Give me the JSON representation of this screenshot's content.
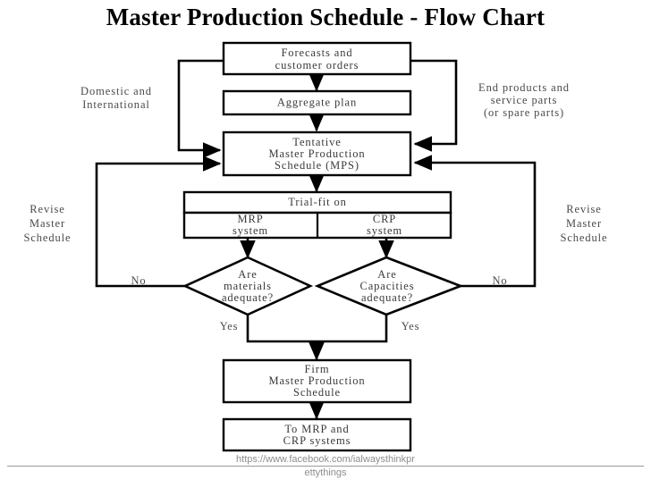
{
  "slide": {
    "title": "Master Production Schedule - Flow Chart"
  },
  "chart_data": {
    "type": "diagram",
    "title": "Master Production Schedule - Flow Chart",
    "nodes": [
      {
        "id": "forecasts",
        "shape": "process",
        "lines": [
          "Forecasts and",
          "customer orders"
        ]
      },
      {
        "id": "aggregate",
        "shape": "process",
        "lines": [
          "Aggregate plan"
        ]
      },
      {
        "id": "tentative",
        "shape": "process",
        "lines": [
          "Tentative",
          "Master Production",
          "Schedule (MPS)"
        ]
      },
      {
        "id": "trialfit",
        "shape": "process-split",
        "lines": [
          "Trial-fit on"
        ]
      },
      {
        "id": "mrp",
        "shape": "process-cell",
        "lines": [
          "MRP",
          "system"
        ]
      },
      {
        "id": "crp",
        "shape": "process-cell",
        "lines": [
          "CRP",
          "system"
        ]
      },
      {
        "id": "materials",
        "shape": "decision",
        "lines": [
          "Are",
          "materials",
          "adequate?"
        ]
      },
      {
        "id": "capacities",
        "shape": "decision",
        "lines": [
          "Are",
          "Capacities",
          "adequate?"
        ]
      },
      {
        "id": "firm",
        "shape": "process",
        "lines": [
          "Firm",
          "Master Production",
          "Schedule"
        ]
      },
      {
        "id": "tomrpcrp",
        "shape": "process",
        "lines": [
          "To MRP and",
          "CRP systems"
        ]
      }
    ],
    "annotations": [
      {
        "id": "domestic",
        "lines": [
          "Domestic and",
          "International"
        ],
        "position": "left-top"
      },
      {
        "id": "endproducts",
        "lines": [
          "End products and",
          "service parts",
          "(or spare parts)"
        ],
        "position": "right-top"
      },
      {
        "id": "revise-left",
        "lines": [
          "Revise",
          "Master",
          "Schedule"
        ],
        "position": "left-middle"
      },
      {
        "id": "revise-right",
        "lines": [
          "Revise",
          "Master",
          "Schedule"
        ],
        "position": "right-middle"
      }
    ],
    "edges": [
      {
        "from": "forecasts",
        "to": "aggregate",
        "label": ""
      },
      {
        "from": "aggregate",
        "to": "tentative",
        "label": ""
      },
      {
        "from": "forecasts",
        "to": "tentative",
        "label": "Domestic and International"
      },
      {
        "from": "forecasts",
        "to": "tentative",
        "label": "End products and service parts (or spare parts)"
      },
      {
        "from": "tentative",
        "to": "trialfit",
        "label": ""
      },
      {
        "from": "mrp",
        "to": "materials",
        "label": ""
      },
      {
        "from": "crp",
        "to": "capacities",
        "label": ""
      },
      {
        "from": "materials",
        "to": "tentative",
        "label": "No"
      },
      {
        "from": "capacities",
        "to": "tentative",
        "label": "No"
      },
      {
        "from": "materials",
        "to": "firm",
        "label": "Yes"
      },
      {
        "from": "capacities",
        "to": "firm",
        "label": "Yes"
      },
      {
        "from": "firm",
        "to": "tomrpcrp",
        "label": ""
      }
    ],
    "branch_labels": {
      "no_left": "No",
      "no_right": "No",
      "yes_left": "Yes",
      "yes_right": "Yes"
    },
    "colors": {
      "stroke": "#000000",
      "fill": "#ffffff",
      "text": "#3a3a3a",
      "footer_text": "#8d8d8d",
      "title": "#000000"
    }
  },
  "footer": {
    "line1": "https://www.facebook.com/ialwaysthinkpr",
    "line2": "ettythings"
  }
}
